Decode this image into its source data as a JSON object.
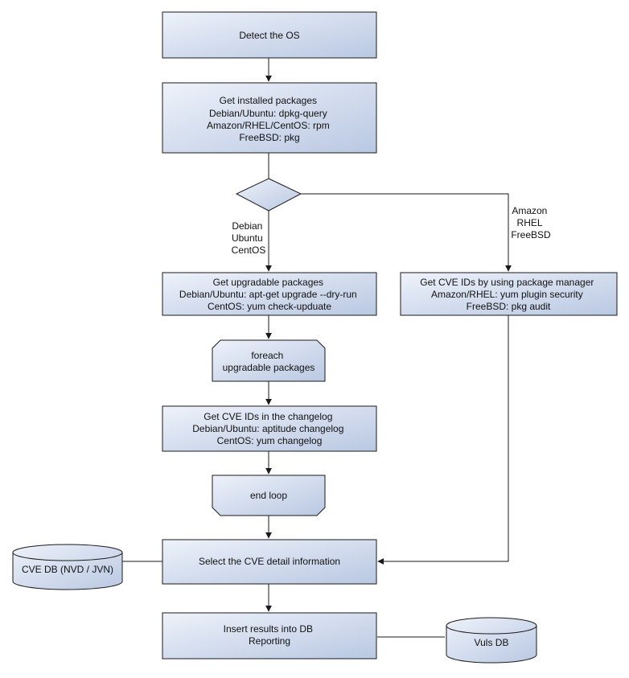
{
  "nodes": {
    "detect_os": {
      "lines": [
        "Detect the OS"
      ]
    },
    "get_installed": {
      "lines": [
        "Get installed packages",
        "Debian/Ubuntu: dpkg-query",
        "Amazon/RHEL/CentOS: rpm",
        "FreeBSD: pkg"
      ]
    },
    "get_upgradable": {
      "lines": [
        "Get upgradable packages",
        "Debian/Ubuntu: apt-get upgrade --dry-run",
        "CentOS: yum check-upduate"
      ]
    },
    "get_cve_pkgmgr": {
      "lines": [
        "Get CVE IDs by using package manager",
        "Amazon/RHEL: yum plugin security",
        "FreeBSD: pkg audit"
      ]
    },
    "foreach": {
      "lines": [
        "foreach",
        "upgradable  packages"
      ]
    },
    "get_cve_changelog": {
      "lines": [
        "Get CVE IDs in the changelog",
        "Debian/Ubuntu: aptitude changelog",
        "CentOS: yum changelog"
      ]
    },
    "end_loop": {
      "lines": [
        "end loop"
      ]
    },
    "select_cve": {
      "lines": [
        "Select the CVE detail information"
      ]
    },
    "insert_results": {
      "lines": [
        "Insert results into DB",
        "Reporting"
      ]
    },
    "cve_db": {
      "lines": [
        "CVE DB (NVD / JVN)"
      ]
    },
    "vuls_db": {
      "lines": [
        "Vuls DB"
      ]
    }
  },
  "edge_labels": {
    "left_branch": [
      "Debian",
      "Ubuntu",
      "CentOS"
    ],
    "right_branch": [
      "Amazon",
      "RHEL",
      "FreeBSD"
    ]
  },
  "colors": {
    "fill_light": "#eef2fa",
    "fill_dark": "#b9c8e2",
    "stroke": "#1a1a1a"
  }
}
